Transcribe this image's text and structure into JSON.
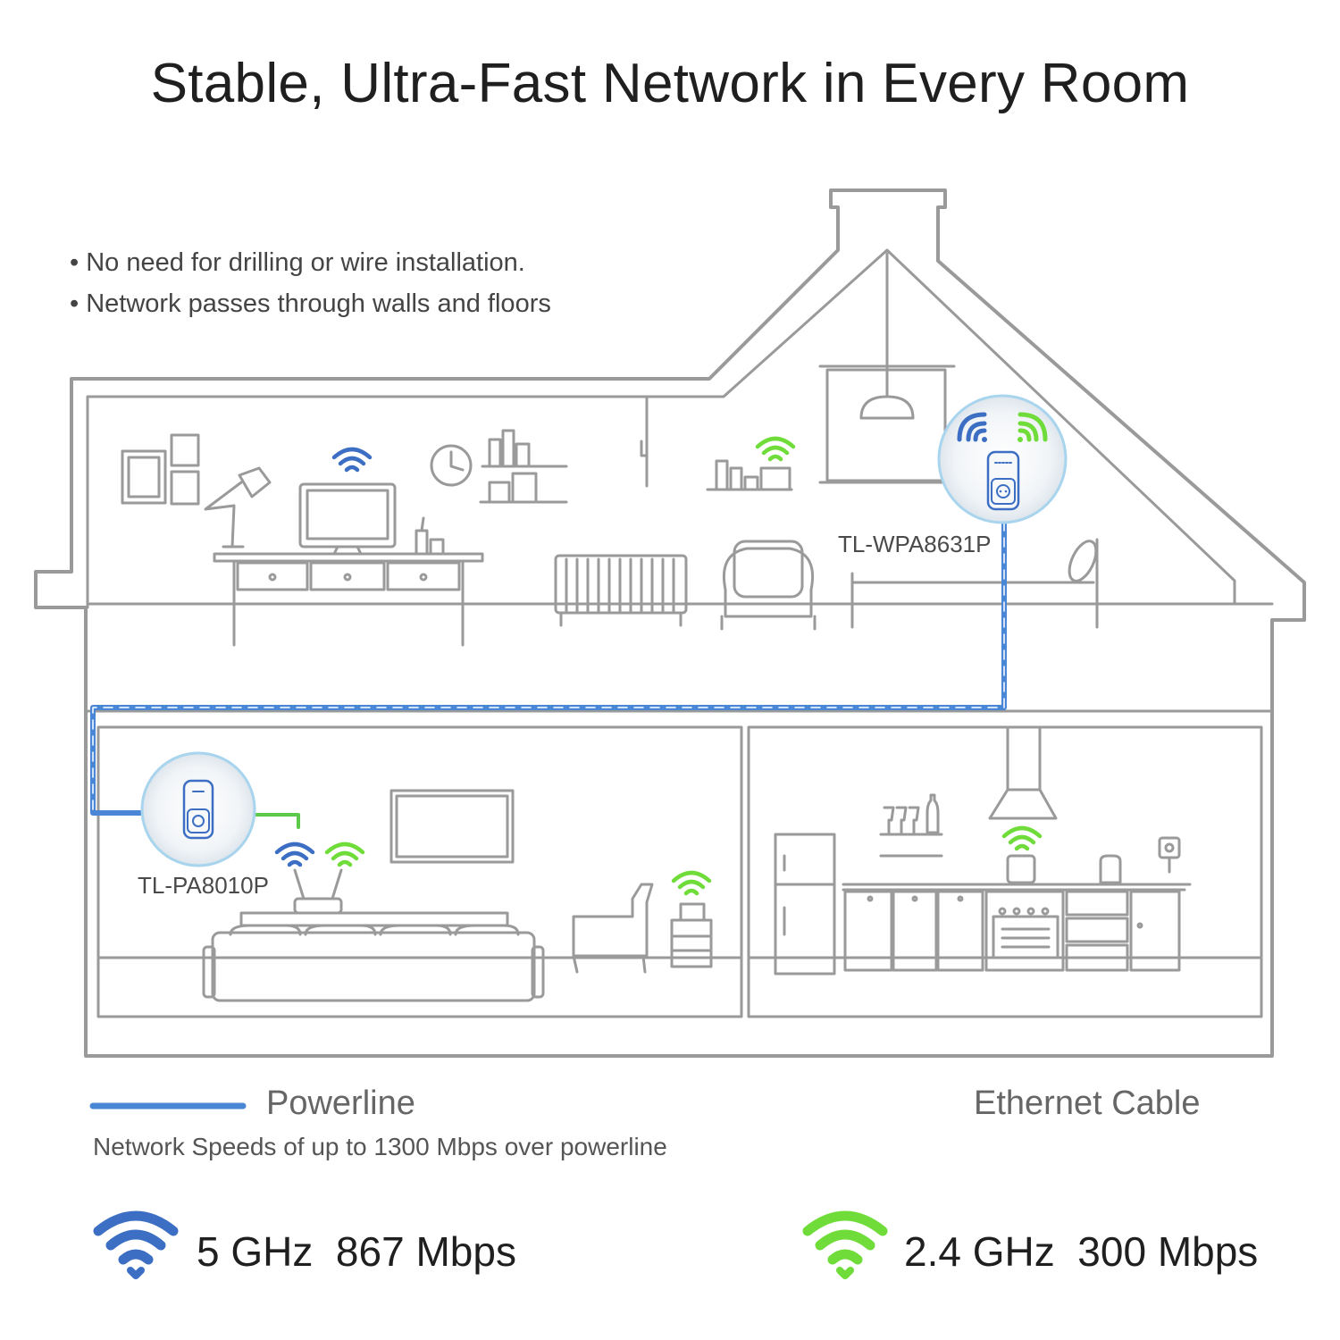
{
  "title": "Stable, Ultra-Fast Network in Every Room",
  "bullets": [
    "• No need for drilling or wire installation.",
    "• Network passes through walls and floors"
  ],
  "devices": {
    "upstairs": "TL-WPA8631P",
    "downstairs": "TL-PA8010P"
  },
  "legend": {
    "powerline": {
      "label": "Powerline",
      "color": "#4a86d6"
    },
    "ethernet": {
      "label": "Ethernet Cable",
      "color": "#5cc94a"
    },
    "note": "Network Speeds of up to 1300 Mbps over powerline"
  },
  "speeds": {
    "band_5g": {
      "text": "5 GHz  867 Mbps",
      "color": "#3c6fc4"
    },
    "band_24g": {
      "text": "2.4 GHz  300 Mbps",
      "color": "#6fdc3a"
    }
  },
  "colors": {
    "outline": "#9a9a9a",
    "wifi_blue": "#3c6fc4",
    "wifi_green": "#6fdc3a"
  },
  "icons": [
    "wifi-icon-5ghz",
    "wifi-icon-24ghz",
    "powerline-adapter-icon",
    "clock-icon"
  ]
}
